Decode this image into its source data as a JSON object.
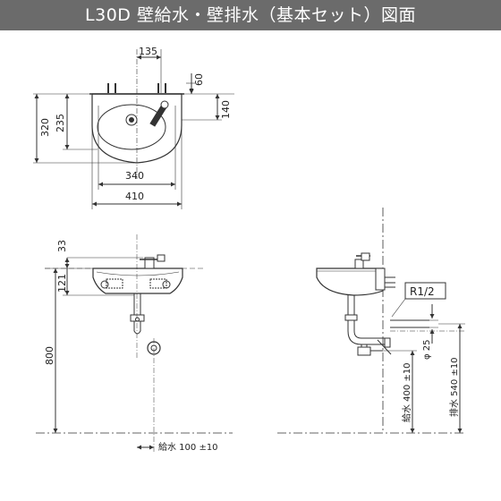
{
  "title": "L30D 壁給水・壁排水（基本セット）図面",
  "top_view": {
    "dim_135": "135",
    "dim_60": "60",
    "dim_140": "140",
    "dim_320": "320",
    "dim_235": "235",
    "dim_340": "340",
    "dim_410": "410"
  },
  "front_view": {
    "dim_33": "33",
    "dim_121": "121",
    "dim_800": "800",
    "supply_label": "給水 100 ±10"
  },
  "side_view": {
    "thread_label": "R1/2",
    "dim_phi25": "φ 25",
    "supply_label": "給水 400 ±10",
    "drain_label": "排水 540 ±10"
  },
  "colors": {
    "title_bg": "#6b6b6b",
    "line": "#333333"
  }
}
